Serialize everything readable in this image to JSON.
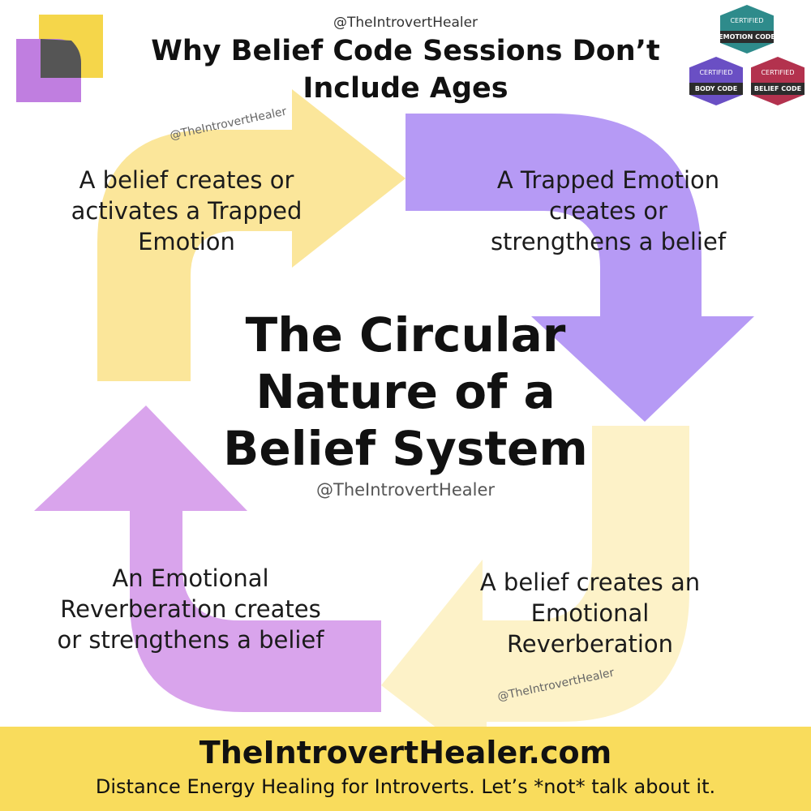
{
  "header": {
    "handle": "@TheIntrovertHealer",
    "title_line1": "Why Belief Code Sessions Don’t",
    "title_line2": "Include Ages"
  },
  "badges": [
    {
      "certified": "CERTIFIED",
      "name": "EMOTION CODE",
      "color": "#2e8b8b"
    },
    {
      "certified": "CERTIFIED",
      "name": "BODY CODE",
      "color": "#6a4fc4"
    },
    {
      "certified": "CERTIFIED",
      "name": "BELIEF CODE",
      "color": "#b3324e"
    }
  ],
  "cycle": {
    "center_line1": "The Circular",
    "center_line2": "Nature of a",
    "center_line3": "Belief System",
    "center_handle": "@TheIntrovertHealer",
    "steps": [
      {
        "line1": "A belief creates or",
        "line2": "activates a Trapped",
        "line3": "Emotion"
      },
      {
        "line1": "A Trapped Emotion",
        "line2": "creates or",
        "line3": "strengthens a belief"
      },
      {
        "line1": "A belief creates an",
        "line2": "Emotional",
        "line3": "Reverberation"
      },
      {
        "line1": "An Emotional",
        "line2": "Reverberation creates",
        "line3": "or strengthens a belief"
      }
    ],
    "watermark_top": "@TheIntrovertHealer",
    "watermark_bottom": "@TheIntrovertHealer"
  },
  "footer": {
    "site": "TheIntrovertHealer.com",
    "tagline": "Distance Energy Healing for Introverts. Let’s *not* talk about it."
  },
  "colors": {
    "yellow": "#fbe69a",
    "purple": "#b69af5",
    "lavender": "#d9a4ec",
    "pale_yellow": "#fdf2c8",
    "footer": "#f9dc5c"
  }
}
